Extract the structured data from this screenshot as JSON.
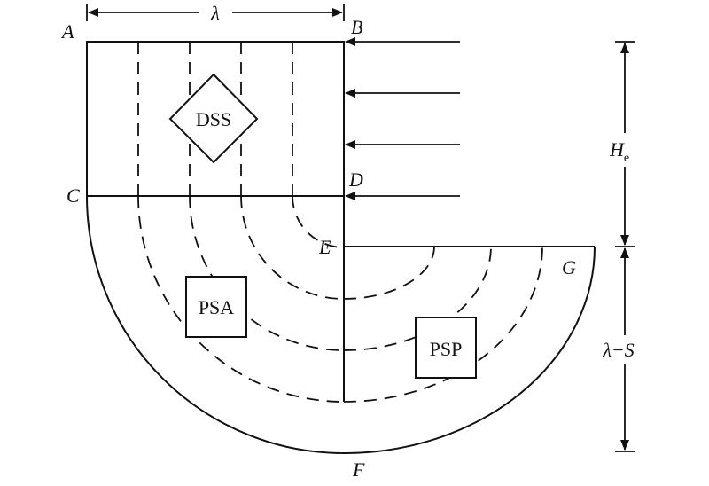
{
  "points": {
    "A": "A",
    "B": "B",
    "C": "C",
    "D": "D",
    "E": "E",
    "F": "F",
    "G": "G"
  },
  "dimensions": {
    "top_width": "λ",
    "wall_height_main": "H",
    "wall_height_sub": "e",
    "lower_depth": "λ−S"
  },
  "zones": {
    "active": "DSS",
    "transition": "PSA",
    "passive": "PSP"
  }
}
